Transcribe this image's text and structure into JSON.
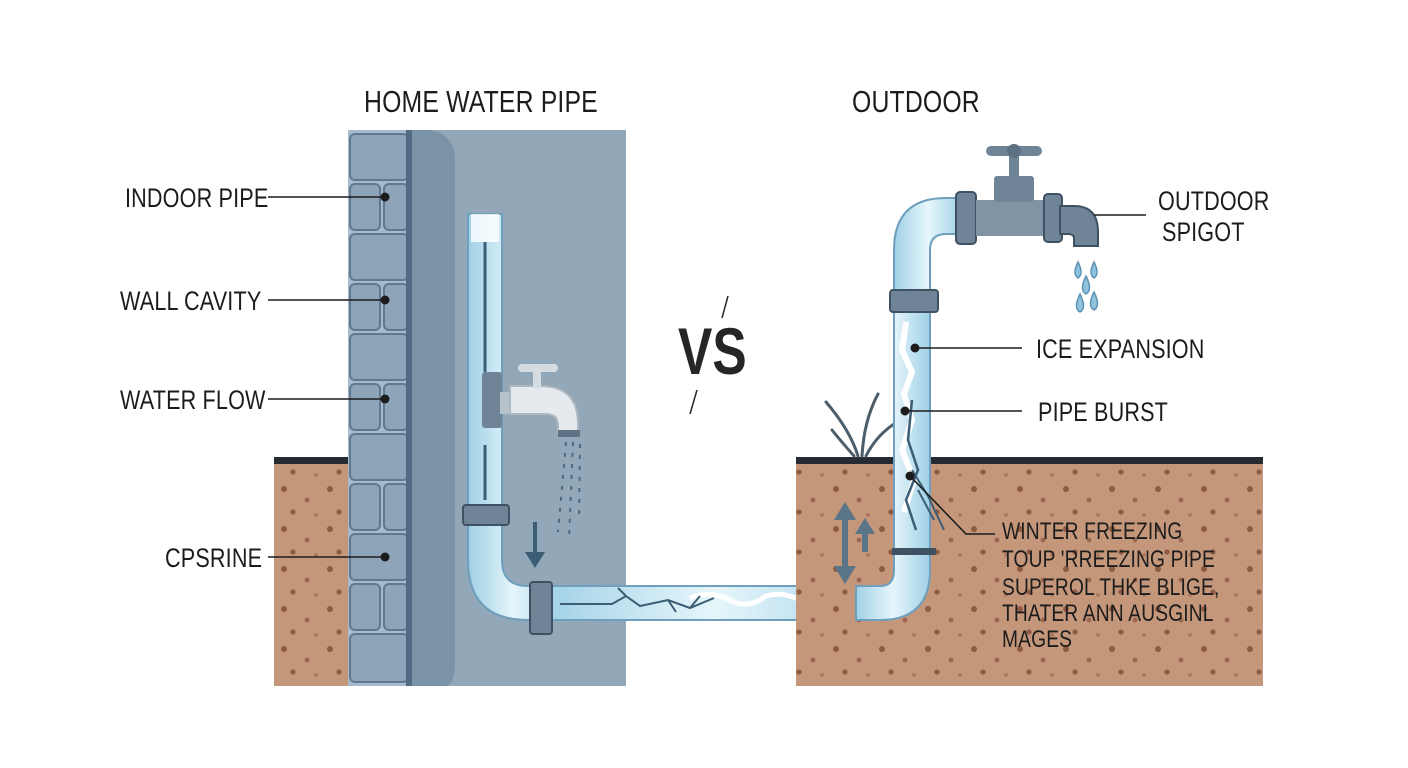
{
  "headings": {
    "home": "HOME WATER PIPE",
    "outdoor": "OUTDOOR",
    "vs": "VS"
  },
  "left_labels": {
    "indoor_pipe": "INDOOR PIPE",
    "wall_cavity": "WALL CAVITY",
    "water_flow": "WATER FLOW",
    "cpsrine": "CPSRINE"
  },
  "right_labels": {
    "spigot_line1": "OUTDOOR",
    "spigot_line2": "SPIGOT",
    "ice_expansion": "ICE EXPANSION",
    "pipe_burst": "PIPE BURST",
    "note_lines": [
      "WINTER FREEZING",
      "TOUP 'RREEZING PIPE",
      "SUPEROL THKE BLIGE,",
      "THATER ANN AUSGINL",
      "MAGES"
    ]
  },
  "icons": [
    "indoor-faucet-icon",
    "outdoor-spigot-icon",
    "grass-tuft-icon",
    "flow-arrow-icon",
    "expansion-arrows-icon",
    "water-drop-icon"
  ],
  "colors": {
    "wall_fill": "#92a7b7",
    "brick": "#7c95ab",
    "soil": "#c4967a",
    "pipe_water": "#bfe3ef",
    "fitting": "#6f8597",
    "ground_line": "#262b31"
  }
}
